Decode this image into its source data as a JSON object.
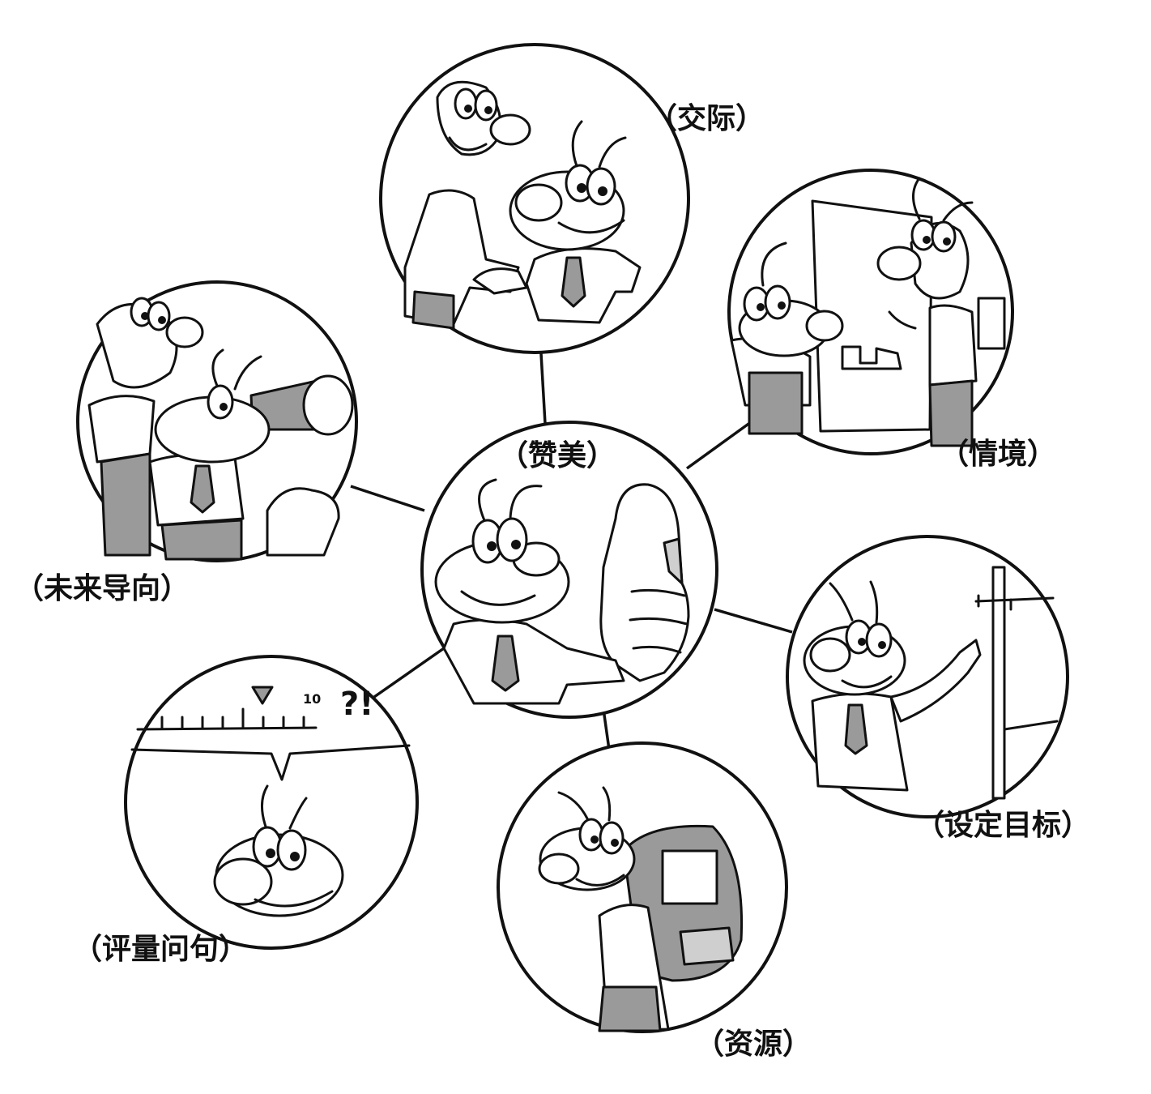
{
  "diagram": {
    "center": {
      "label": "（赞美）"
    },
    "nodes": [
      {
        "id": "jiaoji",
        "label": "（交际）"
      },
      {
        "id": "qingjing",
        "label": "（情境）"
      },
      {
        "id": "mudi",
        "label": "（设定目标）"
      },
      {
        "id": "ziyuan",
        "label": "（资源）"
      },
      {
        "id": "pingliang",
        "label": "（评量问句）"
      },
      {
        "id": "weilai",
        "label": "（未来导向）"
      }
    ],
    "scale": {
      "mark": "10",
      "punct": "?!"
    }
  },
  "colors": {
    "ink": "#111111",
    "shade": "#9a9a9a",
    "light_shade": "#cfcfcf",
    "paper": "#ffffff"
  }
}
